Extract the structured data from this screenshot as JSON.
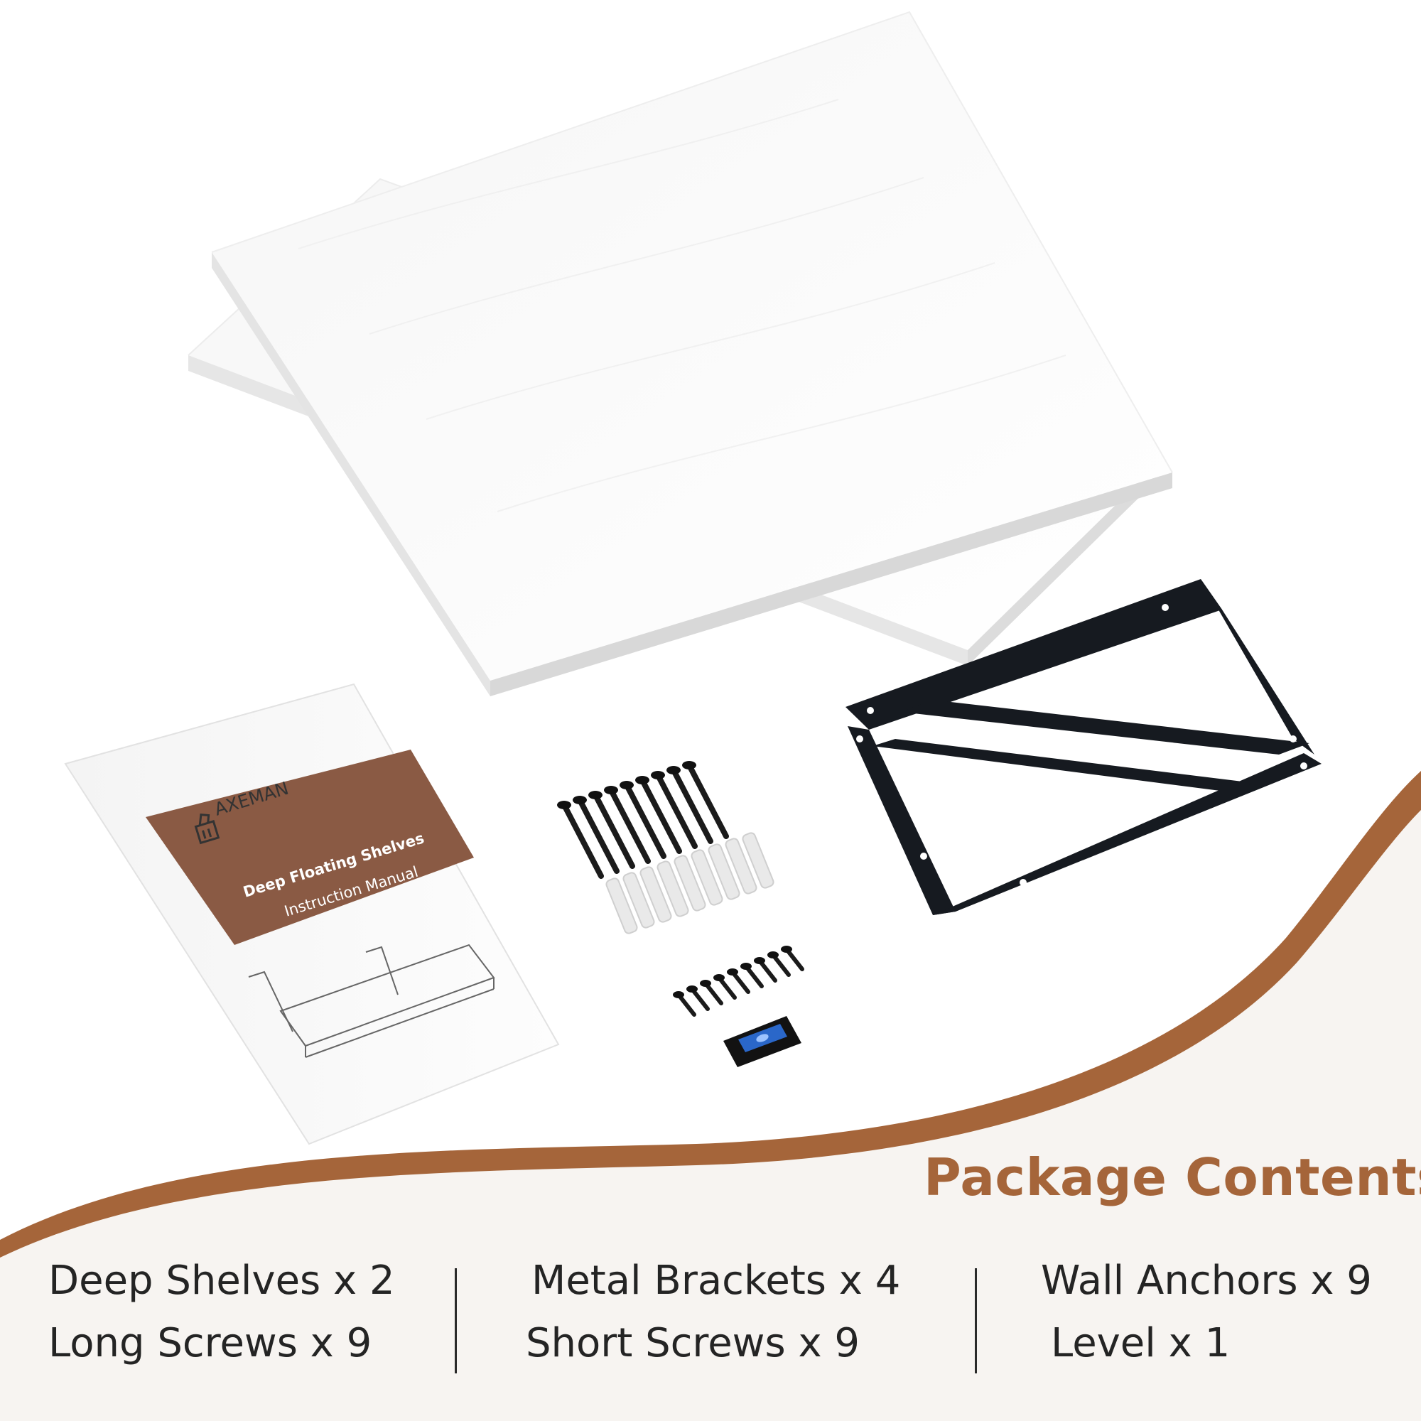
{
  "brand": "AXEMAN",
  "manual": {
    "title": "Deep Floating Shelves",
    "subtitle": "Instruction Manual"
  },
  "section_title": "Package Contents",
  "contents": {
    "col1": [
      "Deep Shelves x 2",
      "Long Screws x 9"
    ],
    "col2": [
      "Metal Brackets x 4",
      "Short Screws x 9"
    ],
    "col3": [
      "Wall Anchors x 9",
      "Level x 1"
    ]
  },
  "colors": {
    "accent": "#a5653a",
    "manual_band": "#8a5a44",
    "footer_bg": "#f7f4f1",
    "bracket": "#161a20",
    "level_bubble": "#2a67c9"
  }
}
